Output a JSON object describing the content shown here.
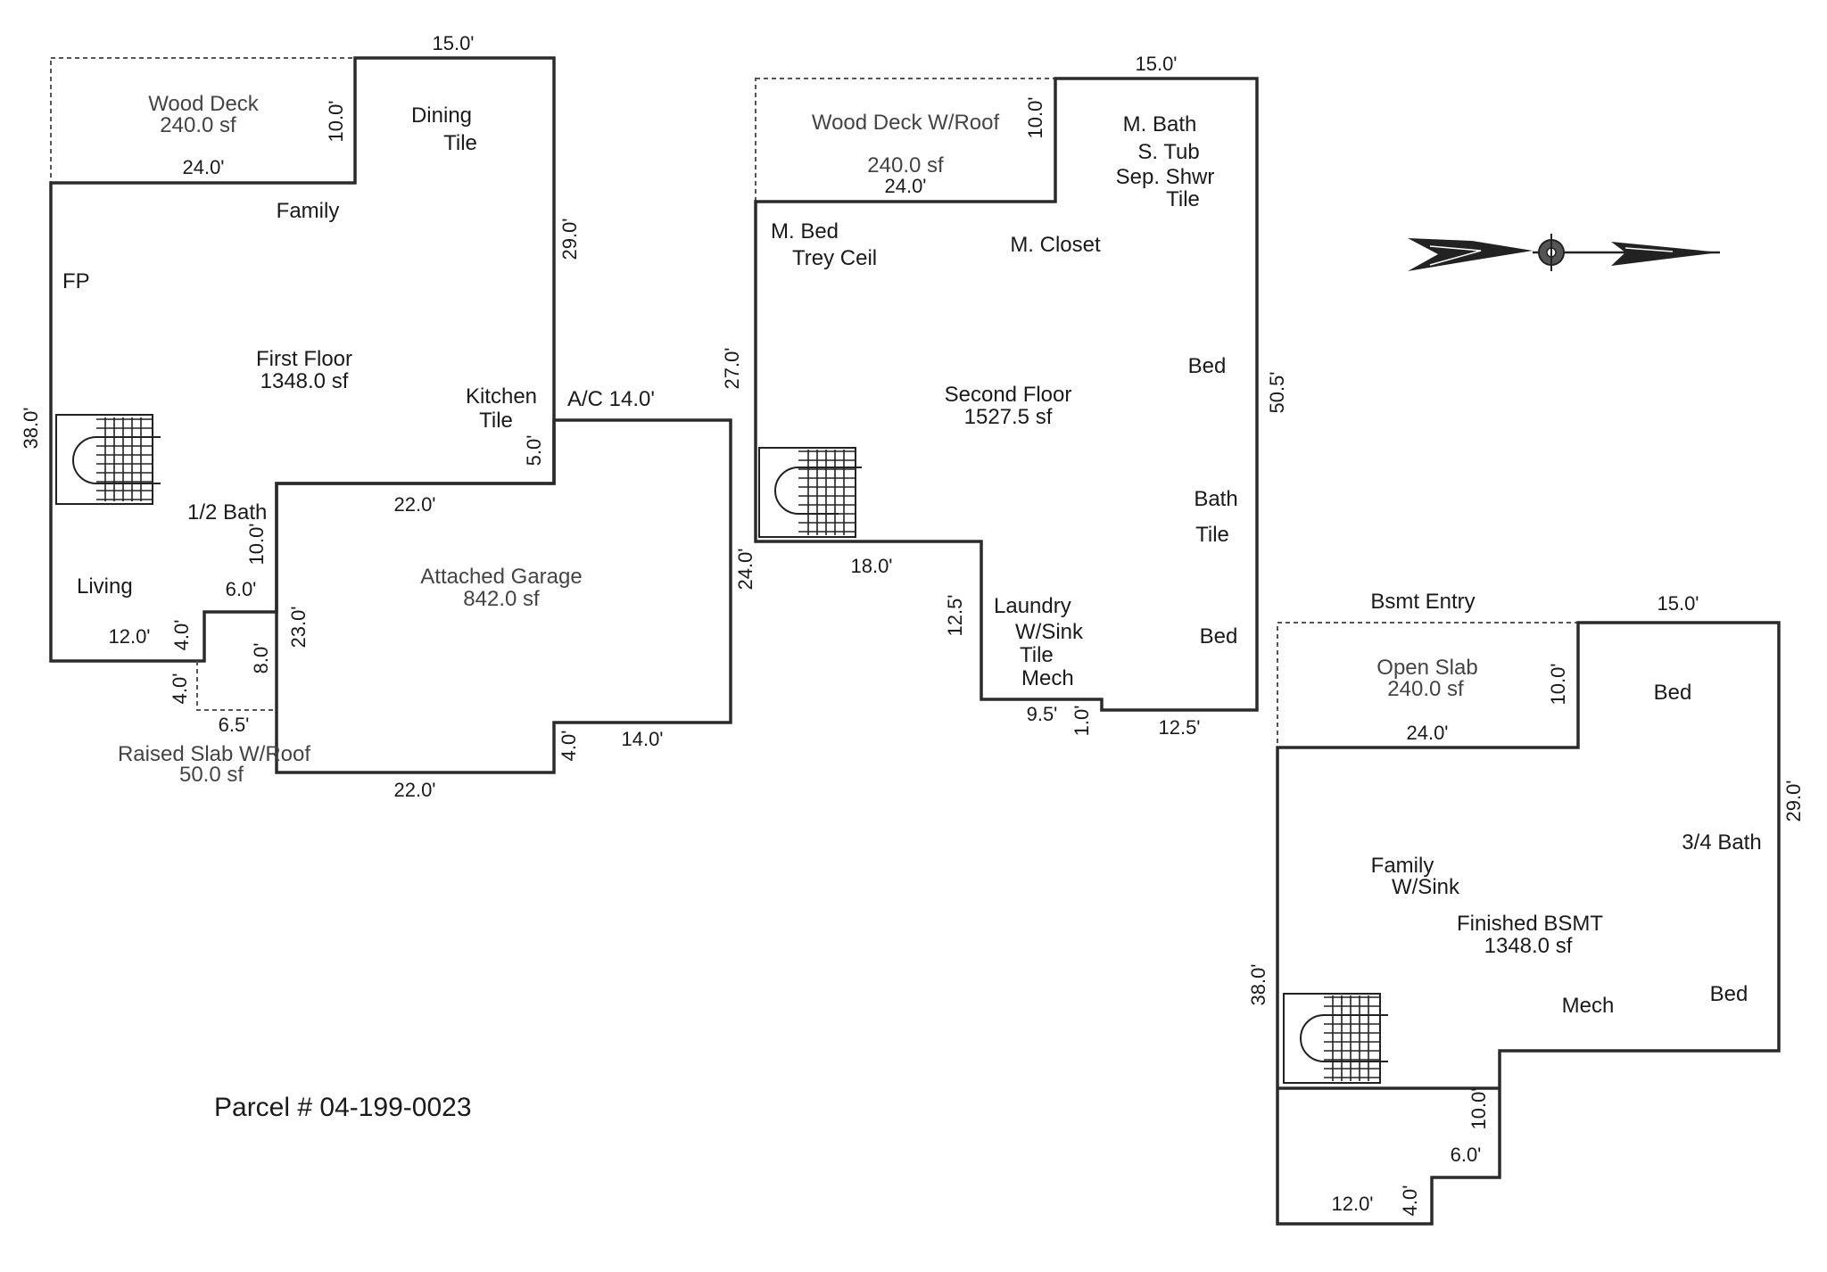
{
  "first_floor": {
    "wood_deck": "Wood Deck",
    "wood_deck_area": "240.0 sf",
    "dining": "Dining",
    "dining_floor": "Tile",
    "family": "Family",
    "fp": "FP",
    "title": "First Floor",
    "area": "1348.0 sf",
    "kitchen": "Kitchen",
    "kitchen_floor": "Tile",
    "half_bath": "1/2 Bath",
    "living": "Living",
    "garage": "Attached Garage",
    "garage_area": "842.0 sf",
    "ac": "A/C 14.0'",
    "raised_slab": "Raised Slab W/Roof",
    "raised_slab_area": "50.0 sf",
    "dims": {
      "top": "15.0'",
      "deck_depth": "10.0'",
      "deck_width": "24.0'",
      "right": "29.0'",
      "left": "38.0'",
      "kitchen_jog": "5.0'",
      "garage_top": "22.0'",
      "bath_h": "10.0'",
      "bath_w": "6.0'",
      "living_w": "12.0'",
      "living_jog": "4.0'",
      "slab_h": "4.0'",
      "slab_w": "6.5'",
      "slab_depth": "8.0'",
      "garage_left": "23.0'",
      "garage_right": "24.0'",
      "garage_bottom": "22.0'",
      "garage_jog": "4.0'",
      "garage_bottom_right": "14.0'"
    }
  },
  "second_floor": {
    "wood_deck": "Wood Deck W/Roof",
    "wood_deck_area": "240.0 sf",
    "master_bath": "M. Bath",
    "tub": "S. Tub",
    "shower": "Sep. Shwr",
    "bath_floor": "Tile",
    "master_bed": "M. Bed",
    "trey": "Trey Ceil",
    "closet": "M. Closet",
    "bed1": "Bed",
    "title": "Second Floor",
    "area": "1527.5 sf",
    "bath": "Bath",
    "bath2_floor": "Tile",
    "laundry": "Laundry",
    "sink": "W/Sink",
    "laundry_floor": "Tile",
    "mech": "Mech",
    "bed2": "Bed",
    "dims": {
      "top": "15.0'",
      "deck_depth": "10.0'",
      "deck_width": "24.0'",
      "left": "27.0'",
      "right": "50.5'",
      "bottom_left": "18.0'",
      "laundry_h": "12.5'",
      "bottom_mid": "9.5'",
      "jog": "1.0'",
      "bottom_right": "12.5'"
    }
  },
  "basement": {
    "entry": "Bsmt Entry",
    "open_slab": "Open Slab",
    "open_slab_area": "240.0 sf",
    "bed1": "Bed",
    "bath": "3/4 Bath",
    "family": "Family",
    "sink": "W/Sink",
    "title": "Finished BSMT",
    "area": "1348.0 sf",
    "mech": "Mech",
    "bed2": "Bed",
    "dims": {
      "top": "15.0'",
      "slab_depth": "10.0'",
      "slab_width": "24.0'",
      "right": "29.0'",
      "left": "38.0'",
      "step_h": "10.0'",
      "step_w": "6.0'",
      "bottom": "12.0'",
      "bottom_jog": "4.0'"
    }
  },
  "parcel": "Parcel # 04-199-0023",
  "compass_icon": "north-arrow-icon"
}
